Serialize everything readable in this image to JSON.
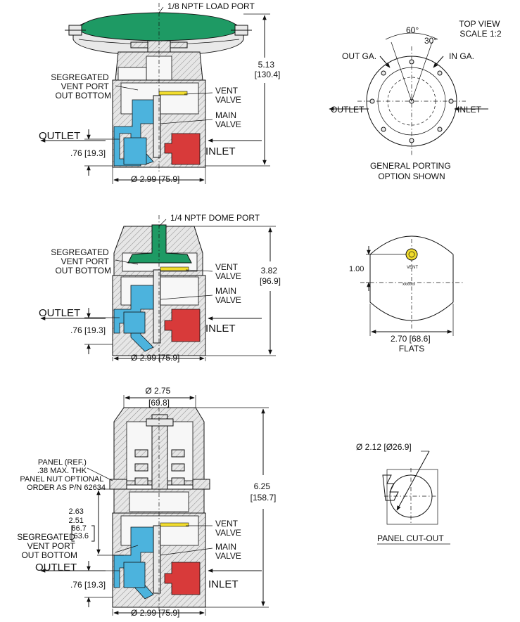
{
  "colors": {
    "green": "#1e9a64",
    "blue": "#4cb3dd",
    "red": "#d83a3a",
    "yellow": "#f2dd2e",
    "metal": "#e9e9e9",
    "outline": "#111111"
  },
  "view1": {
    "load_port": "1/8 NPTF LOAD PORT",
    "segregated": [
      "SEGREGATED",
      "VENT PORT",
      "OUT BOTTOM"
    ],
    "vent_valve": [
      "VENT",
      "VALVE"
    ],
    "main_valve": [
      "MAIN",
      "VALVE"
    ],
    "outlet": "OUTLET",
    "inlet": "INLET",
    "height": [
      "5.13",
      "[130.4]"
    ],
    "port_height": ".76 [19.3]",
    "diameter": "Ø 2.99 [75.9]"
  },
  "top_view": {
    "title": [
      "TOP VIEW",
      "SCALE 1:2"
    ],
    "angle_60": "60°",
    "angle_30": "30°",
    "out_ga": "OUT GA.",
    "in_ga": "IN GA.",
    "outlet": "OUTLET",
    "inlet": "INLET",
    "caption": [
      "GENERAL PORTING",
      "OPTION SHOWN"
    ]
  },
  "view2": {
    "dome_port": "1/4 NPTF DOME PORT",
    "segregated": [
      "SEGREGATED",
      "VENT PORT",
      "OUT BOTTOM"
    ],
    "vent_valve": [
      "VENT",
      "VALVE"
    ],
    "main_valve": [
      "MAIN",
      "VALVE"
    ],
    "outlet": "OUTLET",
    "inlet": "INLET",
    "height": [
      "3.82",
      "[96.9]"
    ],
    "port_height": ".76 [19.3]",
    "diameter": "Ø 2.99 [75.9]"
  },
  "side_view": {
    "dim_100": "1.00",
    "vent_mark": "VENT",
    "xxxxxx": "xxxxxx",
    "flats": [
      "2.70 [68.6]",
      "FLATS"
    ]
  },
  "view3": {
    "top_diameter": [
      "Ø 2.75",
      "[69.8]"
    ],
    "panel": [
      "PANEL (REF.)",
      ".38 MAX. THK",
      "PANEL NUT OPTIONAL",
      "ORDER AS P/N 62634"
    ],
    "panel_dims": [
      "2.63",
      "2.51",
      "66.7",
      "63.6"
    ],
    "segregated": [
      "SEGREGATED",
      "VENT PORT",
      "OUT BOTTOM"
    ],
    "vent_valve": [
      "VENT",
      "VALVE"
    ],
    "main_valve": [
      "MAIN",
      "VALVE"
    ],
    "outlet": "OUTLET",
    "inlet": "INLET",
    "height": [
      "6.25",
      "[158.7]"
    ],
    "port_height": ".76 [19.3]",
    "diameter": "Ø 2.99 [75.9]"
  },
  "panel_cutout": {
    "diameter": "Ø 2.12 [Ø26.9]",
    "caption": "PANEL CUT-OUT"
  }
}
